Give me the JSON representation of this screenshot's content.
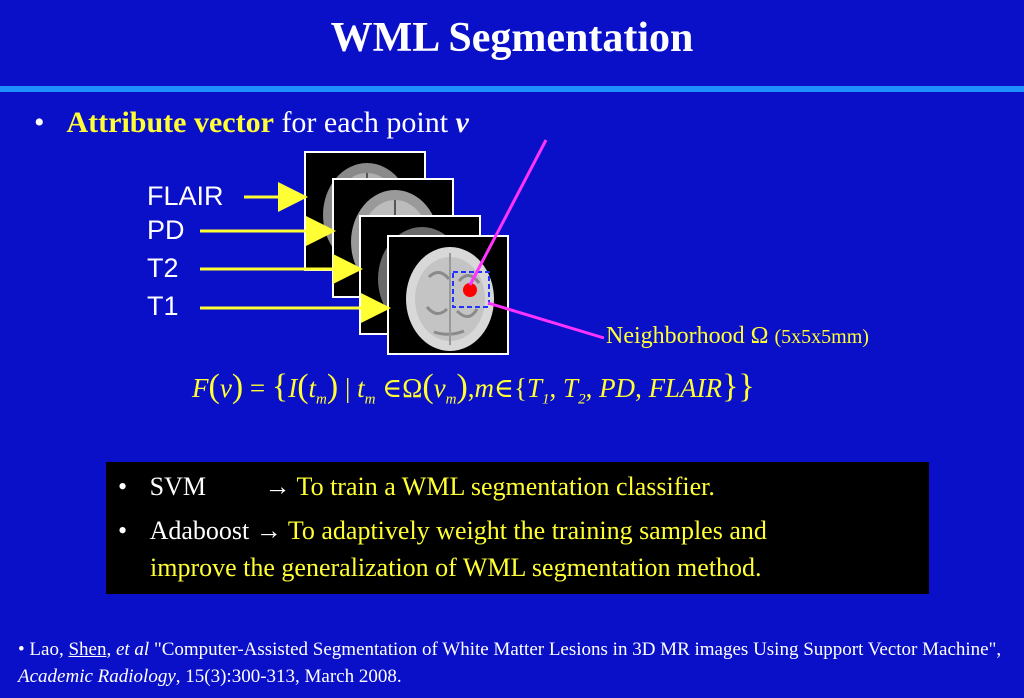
{
  "title": "WML Segmentation",
  "bullet1": {
    "bullet": "•",
    "bold": "Attribute vector",
    "rest": " for each point ",
    "v": "v"
  },
  "mri_labels": [
    "FLAIR",
    "PD",
    "T2",
    "T1"
  ],
  "neighborhood": {
    "label": "Neighborhood Ω",
    "size": "(5x5x5mm)"
  },
  "formula": {
    "F": "F",
    "v": "v",
    "I": "I",
    "t": "t",
    "m": "m",
    "omega": "Ω",
    "set": "T",
    "one": "1",
    "two": "2",
    "pd": "PD",
    "flair": "FLAIR"
  },
  "box": {
    "line1_bullet": "•",
    "line1_name": "SVM",
    "arrow": "→",
    "line1_text": "To train a WML segmentation classifier.",
    "line2_bullet": "•",
    "line2_name": "Adaboost",
    "line2_text_a": "To adaptively weight the training samples and",
    "line2_text_b": "improve the generalization of WML segmentation method."
  },
  "reference": {
    "bullet": "•",
    "authors_a": "Lao, ",
    "authors_u": "Shen",
    "authors_b": ", ",
    "etal": "et al",
    "title": " \"Computer-Assisted Segmentation of White Matter Lesions in 3D MR images Using Support Vector Machine\", ",
    "journal": "Academic Radiology",
    "rest": ", 15(3):300-313, March 2008."
  },
  "colors": {
    "background": "#0a10c8",
    "accent_yellow": "#ffff33",
    "divider": "#1e90ff",
    "magenta": "#ff33ff",
    "marker_red": "#ff0000"
  }
}
